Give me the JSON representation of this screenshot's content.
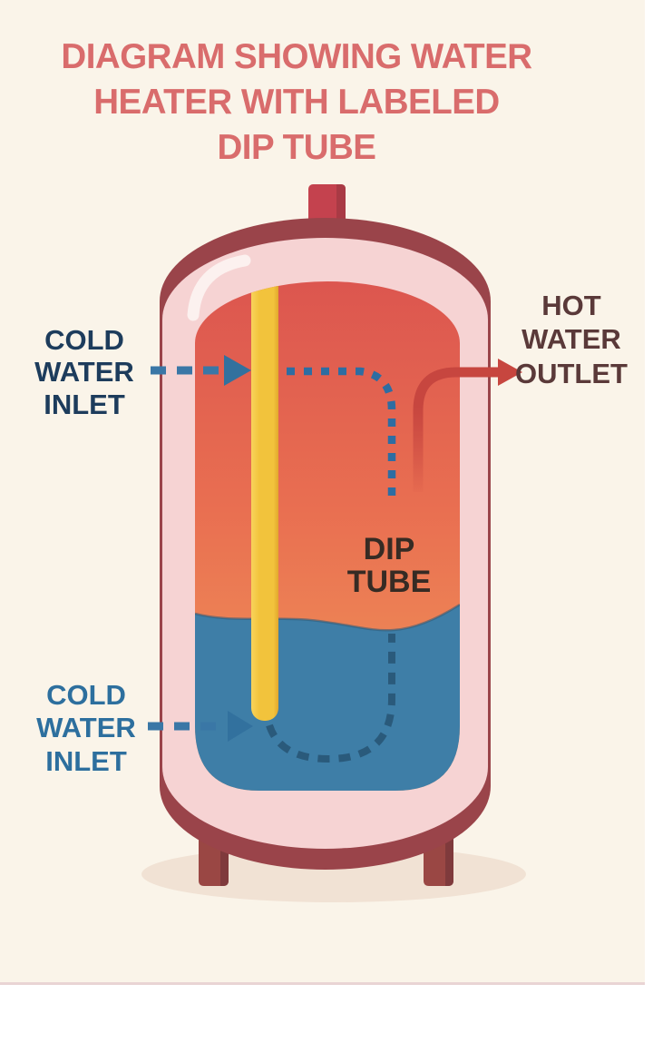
{
  "title": {
    "lines": [
      "DIAGRAM SHOWING WATER",
      "HEATER WITH LABELED",
      "DIP TUBE"
    ]
  },
  "labels": {
    "cold_inlet_top": {
      "lines": [
        "COLD",
        "WATER",
        "INLET"
      ]
    },
    "hot_outlet": {
      "lines": [
        "HOT",
        "WATER",
        "OUTLET"
      ]
    },
    "dip_tube": {
      "lines": [
        "DIP",
        "TUBE"
      ]
    },
    "cold_inlet_bottom": {
      "lines": [
        "COLD",
        "WATER",
        "INLET"
      ]
    }
  },
  "icons": {
    "cold_inlet_top_arrow": "right-arrow-dashed",
    "cold_inlet_bottom_arrow": "right-arrow-dashed",
    "hot_outlet_arrow": "right-arrow-solid"
  },
  "colors": {
    "background_cream": "#faf4e9",
    "bottom_divider": "#e9d4d4",
    "title_red": "#d96c6c",
    "tank_rim_maroon": "#9a444a",
    "tank_shell_pink": "#f6d3d3",
    "top_pipe_red": "#c4424e",
    "top_pipe_shade": "#a93a45",
    "shell_highlight": "#fdf4f2",
    "inner_tank_top": "#dc564f",
    "inner_tank_mid": "#e96f51",
    "inner_tank_bottom": "#f19a5a",
    "water_blue": "#3e7ea7",
    "water_edge_line": "#2e5977",
    "dip_tube_light": "#f8d35b",
    "dip_tube_yellow": "#f2c33c",
    "dip_tube_dark": "#e2a72d",
    "flow_dash_dark": "#2a5a7b",
    "flow_dots_blue": "#2e6da2",
    "inlet_dash_blue": "#3a77a6",
    "inlet_arrowhead": "#32719e",
    "hot_pipe_red": "#c7463f",
    "label_navy": "#1d3c5c",
    "label_blue": "#2d6f9e",
    "label_maroon": "#5a3939",
    "label_dark": "#362b24",
    "floor_shadow": "#f1e2d4",
    "leg_maroon": "#9a4744",
    "leg_shade": "#7f3a3c"
  }
}
